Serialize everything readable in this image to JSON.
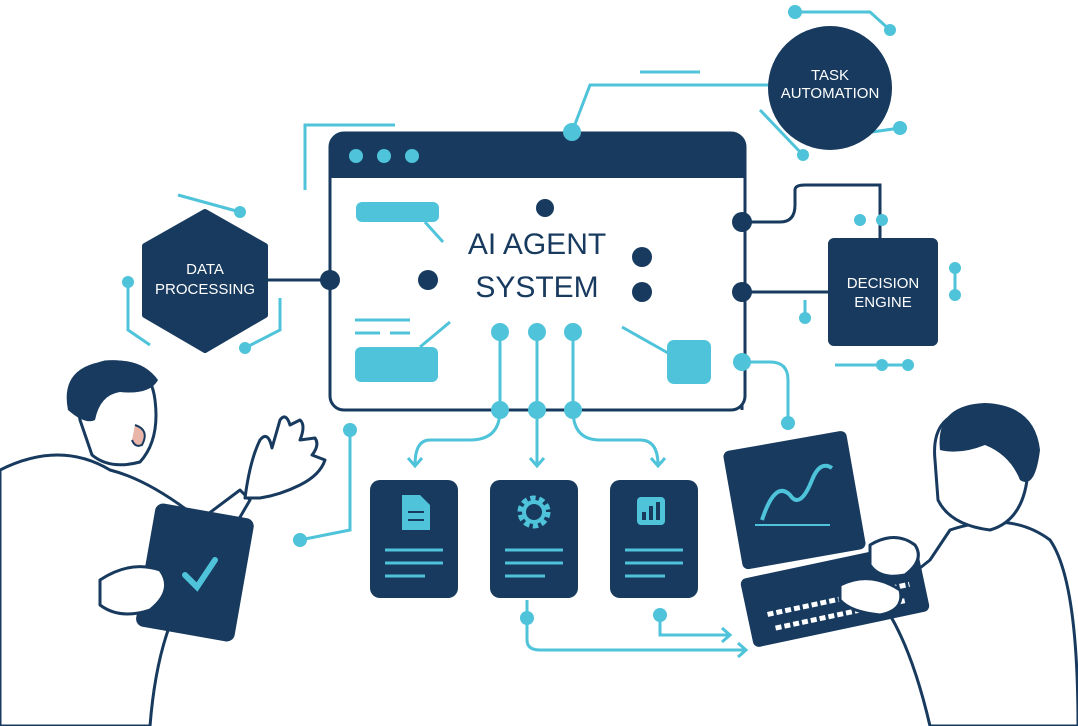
{
  "center": {
    "line1": "AI AGENT",
    "line2": "SYSTEM"
  },
  "nodes": {
    "task_automation": {
      "line1": "TASK",
      "line2": "AUTOMATION"
    },
    "data_processing": {
      "line1": "DATA",
      "line2": "PROCESSING"
    },
    "decision_engine": {
      "line1": "DECISION",
      "line2": "ENGINE"
    }
  },
  "outputs": [
    {
      "icon": "document-icon"
    },
    {
      "icon": "gear-icon"
    },
    {
      "icon": "bar-chart-icon"
    }
  ],
  "colors": {
    "navy": "#173a5e",
    "cyan": "#4fc3d9"
  }
}
